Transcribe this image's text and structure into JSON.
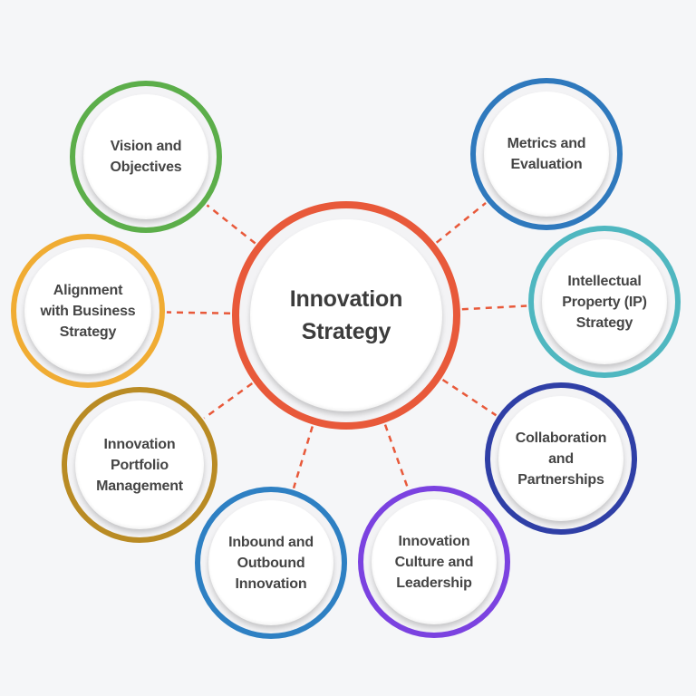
{
  "center": {
    "label": "Innovation\nStrategy",
    "color": "#e8593a"
  },
  "nodes": [
    {
      "label": "Vision and\nObjectives",
      "color": "#5cae4a"
    },
    {
      "label": "Metrics and\nEvaluation",
      "color": "#2f79bd"
    },
    {
      "label": "Alignment\nwith Business\nStrategy",
      "color": "#f0ac33"
    },
    {
      "label": "Intellectual\nProperty (IP)\nStrategy",
      "color": "#4fb7c0"
    },
    {
      "label": "Innovation\nPortfolio\nManagement",
      "color": "#b98b24"
    },
    {
      "label": "Collaboration\nand\nPartnerships",
      "color": "#2f3fa6"
    },
    {
      "label": "Inbound and\nOutbound\nInnovation",
      "color": "#2e80c3"
    },
    {
      "label": "Innovation\nCulture and\nLeadership",
      "color": "#7b42e0"
    }
  ],
  "connector_color": "#e8593a"
}
